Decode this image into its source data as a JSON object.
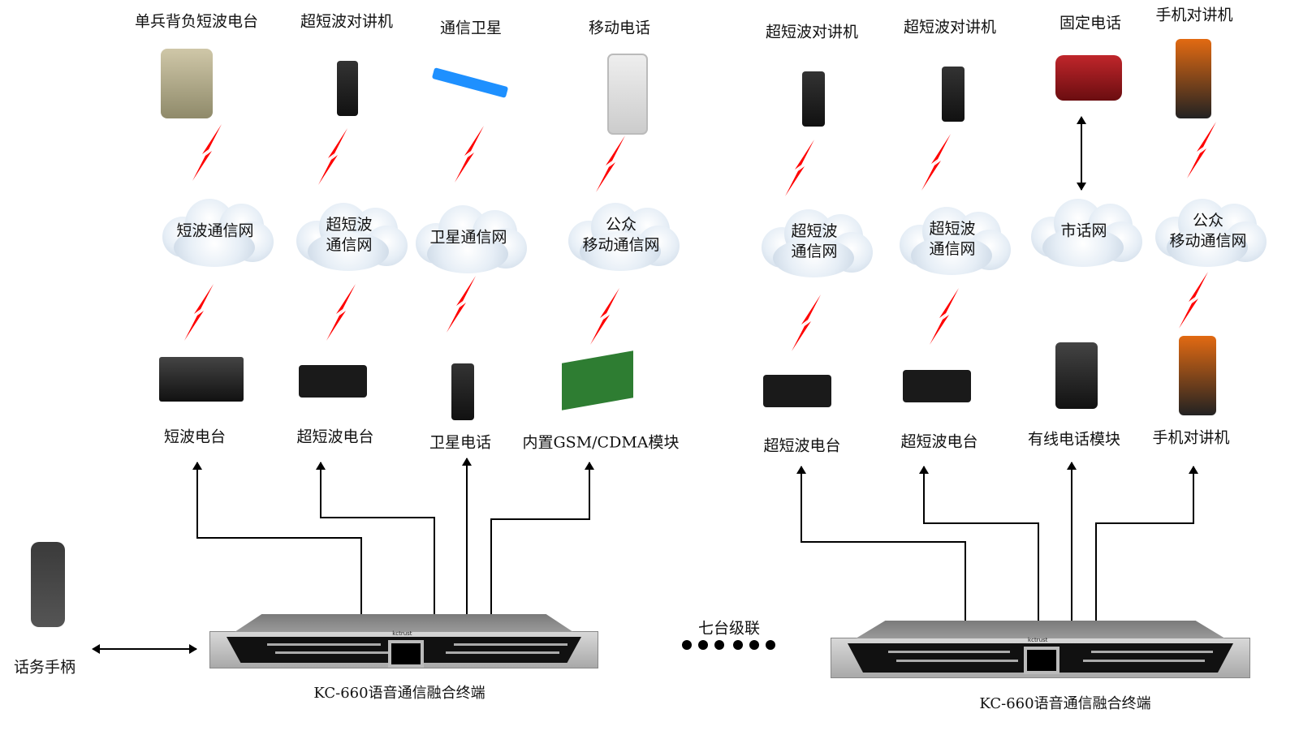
{
  "top_labels": [
    "单兵背负短波电台",
    "超短波对讲机",
    "通信卫星",
    "移动电话",
    "超短波对讲机",
    "超短波对讲机",
    "固定电话",
    "手机对讲机"
  ],
  "clouds": [
    "短波通信网",
    "超短波\n通信网",
    "卫星通信网",
    "公众\n移动通信网",
    "超短波\n通信网",
    "超短波\n通信网",
    "市话网",
    "公众\n移动通信网"
  ],
  "bottom_labels": [
    "短波电台",
    "超短波电台",
    "卫星电话",
    "内置GSM/CDMA模块",
    "超短波电台",
    "超短波电台",
    "有线电话模块",
    "手机对讲机"
  ],
  "handset_label": "话务手柄",
  "cascade_label": "七台级联",
  "terminal_label_left": "KC-660语音通信融合终端",
  "terminal_label_right": "KC-660语音通信融合终端",
  "terminal_brand": "kctrust",
  "colors": {
    "lightning": "#ff0000",
    "arrow": "#000000",
    "cloud": "#d9e3ee"
  }
}
